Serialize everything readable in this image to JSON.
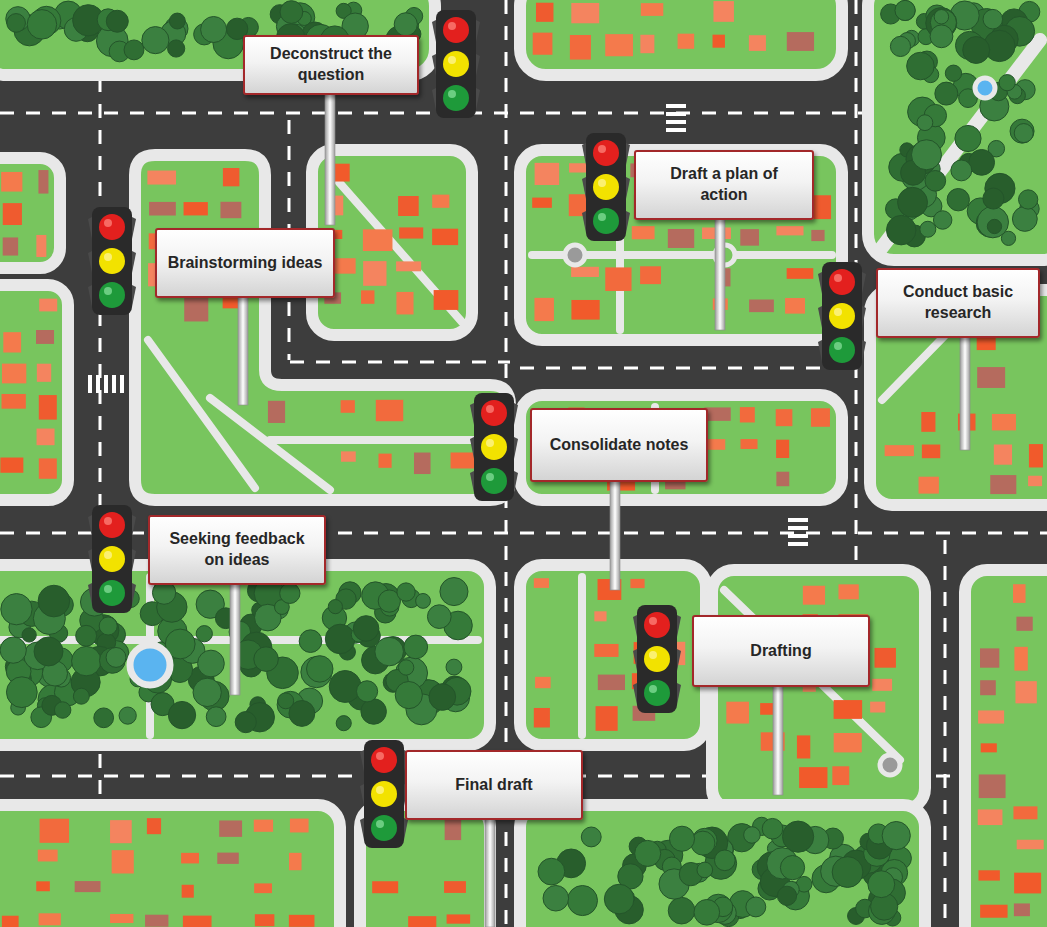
{
  "diagram": {
    "nodes": [
      {
        "text": [
          "Deconstruct the question"
        ]
      },
      {
        "text": [
          "Brainstorming ideas"
        ]
      },
      {
        "text": [
          "Draft a plan of action"
        ]
      },
      {
        "text": [
          "Conduct basic research"
        ]
      },
      {
        "text": [
          "Consolidate notes"
        ]
      },
      {
        "text": [
          "Seeking feedback on ideas"
        ]
      },
      {
        "text": [
          "Drafting"
        ]
      },
      {
        "text": [
          "Final draft"
        ]
      }
    ]
  }
}
